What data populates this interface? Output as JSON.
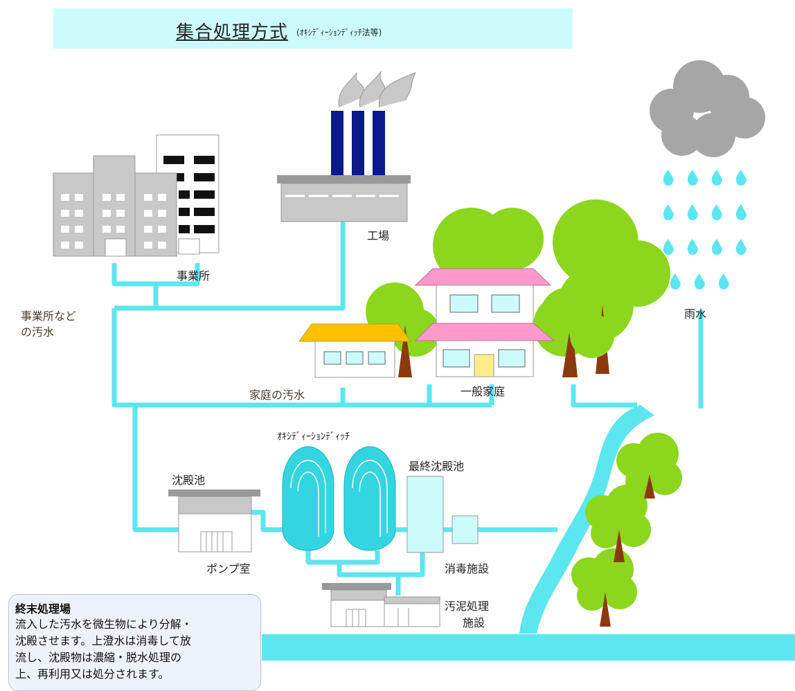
{
  "title": {
    "main": "集合処理方式",
    "sub": "(ｵｷｼﾃﾞｨｰｼｮﾝﾃﾞｨｯﾁ法等)"
  },
  "labels": {
    "factory": "工場",
    "office": "事業所",
    "office_sewage_line1": "事業所など",
    "office_sewage_line2": "の汚水",
    "rainwater": "雨水",
    "household_sewage": "家庭の汚水",
    "general_household": "一般家庭",
    "oxidation_ditch": "ｵｷｼﾃﾞｨｰｼｮﾝﾃﾞｨｯﾁ",
    "sedimentation_tank": "沈殿池",
    "final_sedimentation_tank": "最終沈殿池",
    "pump_room": "ポンプ室",
    "disinfection_facility": "消毒施設",
    "sludge_treatment_line1": "汚泥処理",
    "sludge_treatment_line2": "施設"
  },
  "info": {
    "title": "終末処理場",
    "body": "流入した汚水を微生物により分解・\n沈殿させます。上澄水は消毒して放\n流し、沈殿物は濃縮・脱水処理の\n上、再利用又は処分されます。"
  },
  "colors": {
    "pipe": "#5ce6f0",
    "title_bg": "#ccfbfb",
    "building_gray": "#c8c8c8",
    "chimney": "#0a1a8a",
    "tree_green": "#8cd61e",
    "trunk": "#8b3a0e",
    "roof_pink": "#ff99cc",
    "roof_yellow": "#ffc000",
    "ditch": "#33d6e0",
    "cloud": "#a6a6a6"
  }
}
